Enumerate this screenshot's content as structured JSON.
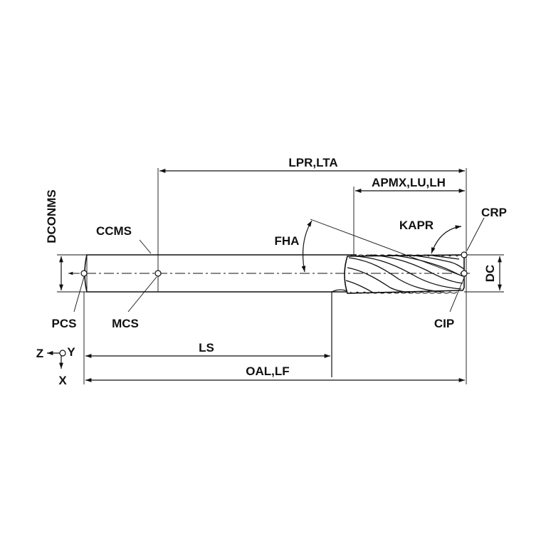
{
  "diagram": {
    "labels": {
      "lpr_lta": "LPR,LTA",
      "apmx_lu_lh": "APMX,LU,LH",
      "dconms": "DCONMS",
      "ccms": "CCMS",
      "fha": "FHA",
      "kapr": "KAPR",
      "crp": "CRP",
      "dc": "DC",
      "pcs": "PCS",
      "mcs": "MCS",
      "cip": "CIP",
      "ls": "LS",
      "oal_lf": "OAL,LF",
      "axis_z": "Z",
      "axis_y": "Y",
      "axis_x": "X"
    },
    "colors": {
      "line": "#111111",
      "background": "#ffffff"
    }
  }
}
